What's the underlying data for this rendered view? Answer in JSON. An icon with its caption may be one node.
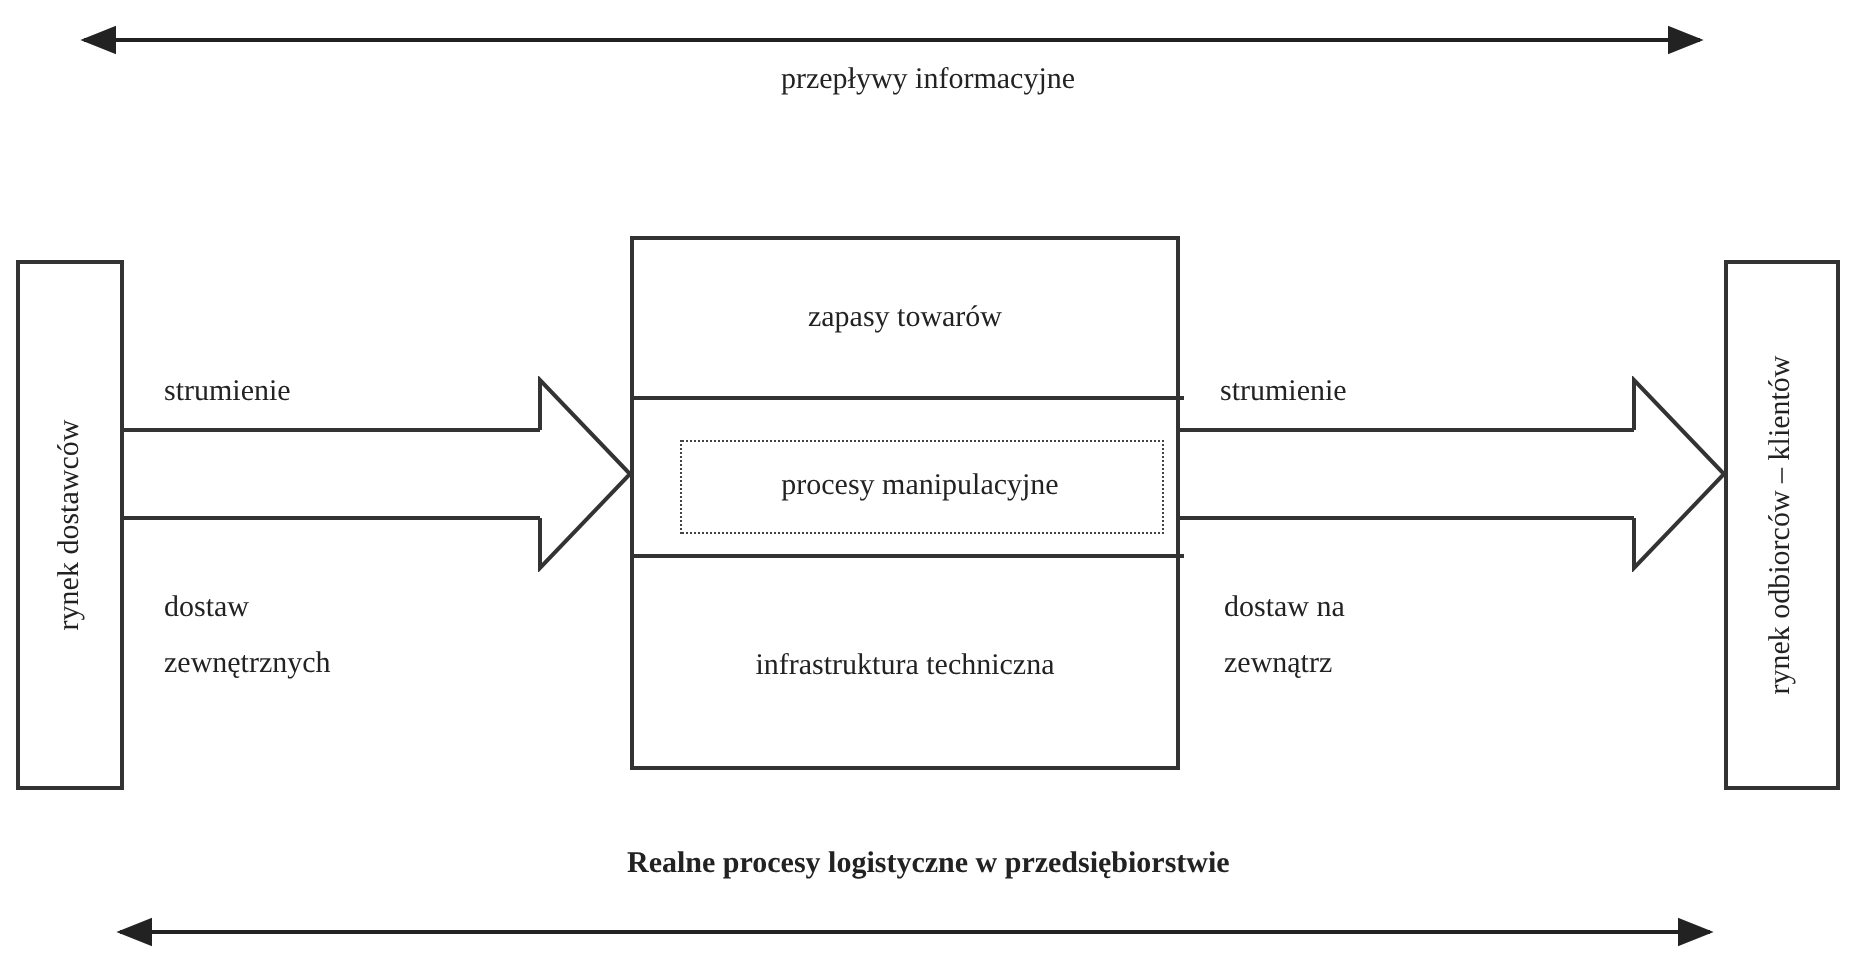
{
  "diagram": {
    "nodes": [
      {
        "text": [
          "rynek dostawców"
        ]
      },
      {
        "text": [],
        "shape": "box"
      },
      {
        "text": [
          "zapasy towarów"
        ],
        "in": 1
      },
      {
        "text": [
          "procesy manipulacyjne"
        ],
        "in": 1
      },
      {
        "text": [
          "infrastruktura techniczna"
        ],
        "in": 1
      },
      {
        "text": [
          "rynek odbiorców – klientów"
        ]
      }
    ],
    "edges": [
      {
        "from": 0,
        "to": 1,
        "arrow": "to",
        "label": "strumienie"
      },
      {
        "from": 1,
        "to": 5,
        "arrow": "to",
        "label": "strumienie"
      }
    ],
    "labels": [
      "przepływy informacyjne",
      "dostaw zewnętrznych",
      "dostaw na zewnątrz",
      "Realne procesy logistyczne w przedsiębiorstwie"
    ]
  }
}
